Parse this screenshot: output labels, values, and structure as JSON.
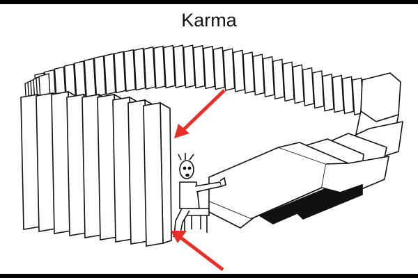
{
  "title": "Karma",
  "colors": {
    "background_bar": "#000000",
    "panel": "#ffffff",
    "ink": "#111111",
    "arrow": "#e8302a"
  },
  "illustration": {
    "subject": "domino-ring-person-pushing",
    "arrows": [
      "arrow-upper",
      "arrow-lower"
    ]
  }
}
